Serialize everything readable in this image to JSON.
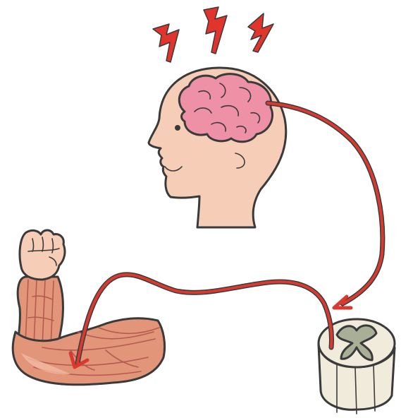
{
  "colors": {
    "skin": "#f6cdb7",
    "brain": "#ee90a6",
    "muscle": "#e29579",
    "muscle_stripe": "#c8675a",
    "spinal_cord_white": "#f1ebdc",
    "spinal_cord_grey": "#a9ae97",
    "nerve_signal": "#d83a30",
    "lightning": "#e0342c",
    "outline": "#3a3a3a"
  },
  "icons": {
    "lightning_bolts": [
      "lightning-bolt-icon",
      "lightning-bolt-icon",
      "lightning-bolt-icon"
    ]
  },
  "elements": [
    "head",
    "brain",
    "spinal-cord",
    "arm",
    "nerve-pathway"
  ]
}
